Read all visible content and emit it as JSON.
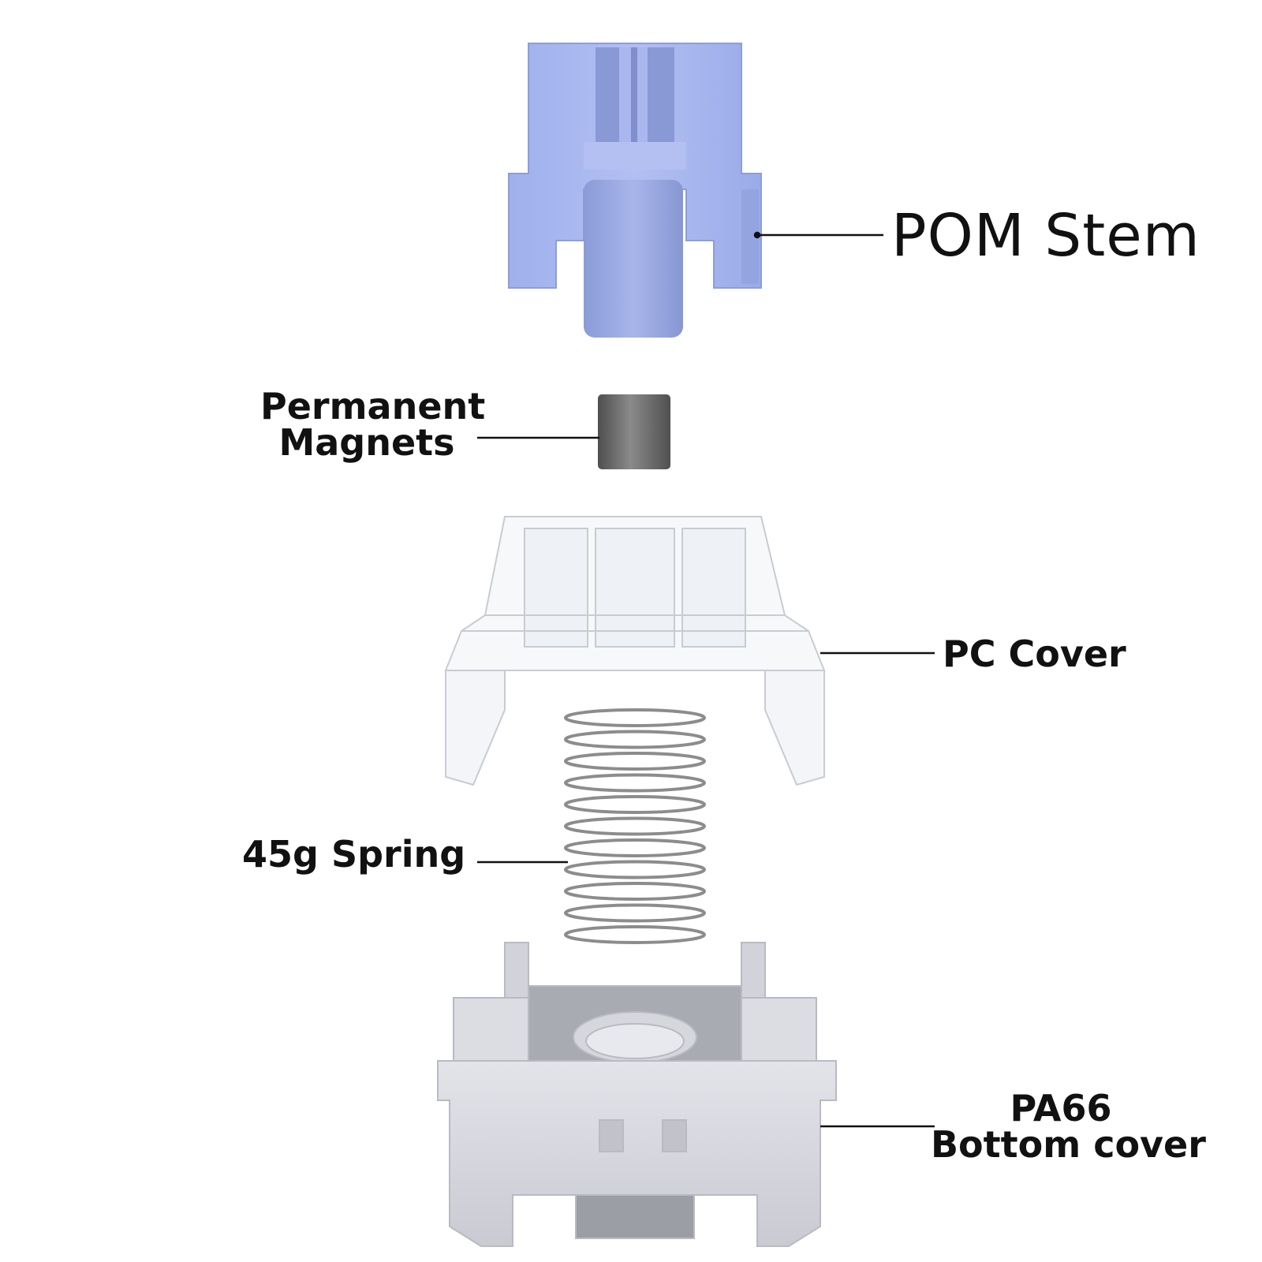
{
  "components": {
    "stem": {
      "label": "POM Stem",
      "color": "#a3b2ec"
    },
    "magnet": {
      "line1": "Permanent",
      "line2": "Magnets",
      "color": "#6b6b6b"
    },
    "cover": {
      "label": "PC Cover"
    },
    "spring": {
      "label": "45g Spring"
    },
    "bottom": {
      "line1": "PA66",
      "line2": "Bottom cover",
      "color": "#d4d5dc"
    }
  }
}
